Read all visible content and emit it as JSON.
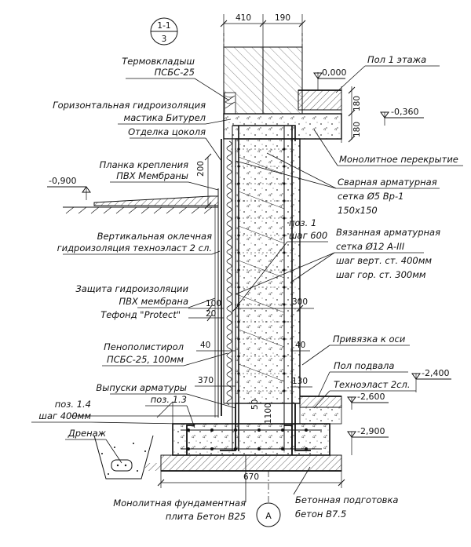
{
  "section_mark": {
    "top": "1-1",
    "bottom": "3"
  },
  "axis_mark": "А",
  "top_dims": [
    "410",
    "190"
  ],
  "labels": {
    "termo1": "Термовкладыш",
    "termo2": "ПСБС-25",
    "hydro_h1": "Горизонтальная гидроизоляция",
    "hydro_h2": "мастика Битурел",
    "cokol": "Отделка цоколя",
    "planka1": "Планка крепления",
    "planka2": "ПВХ Мембраны",
    "vert1": "Вертикальная оклечная",
    "vert2": "гидроизоляция техноэласт 2 сл.",
    "zash1": "Защита гидроизоляции",
    "zash2": "ПВХ мембрана",
    "zash3": "Тефонд \"Protect\"",
    "peno1": "Пенополистирол",
    "peno2": "ПСБС-25, 100мм",
    "vypuski": "Выпуски арматуры",
    "poz13": "поз. 1.3",
    "poz14": "поз. 1.4",
    "shag400": "шаг 400мм",
    "drenazh": "Дренаж",
    "plita1": "Монолитная фундаментная",
    "plita2": "плита Бетон В25",
    "pol1": "Пол 1 этажа",
    "perekr": "Монолитное перекрытие",
    "svarn1": "Сварная арматурная",
    "svarn2": "сетка Ø5 Вр-1",
    "svarn3": "150х150",
    "poz1": "поз. 1",
    "shag600": "шаг 600",
    "vyaz1": "Вязанная арматурная",
    "vyaz2": "сетка Ø12 А-III",
    "vyaz3": "шаг верт. ст. 400мм",
    "vyaz4": "шаг гор. ст. 300мм",
    "privyazka": "Привязка к оси",
    "pol_podv": "Пол подвала",
    "technoelast": "Техноэласт 2сл.",
    "beton1": "Бетонная подготовка",
    "beton2": "бетон В7.5"
  },
  "levels": {
    "l0": "0,000",
    "l360": "-0,360",
    "l900": "-0,900",
    "l2400": "-2,400",
    "l2600": "-2,600",
    "l2900": "-2,900"
  },
  "dims": {
    "d180a": "180",
    "d180b": "180",
    "d200": "200",
    "d100": "100",
    "d20": "20",
    "d300": "300",
    "d40a": "40",
    "d40b": "40",
    "d370": "370",
    "d130": "130",
    "d670": "670",
    "d50": "50",
    "d1100": "1100"
  }
}
